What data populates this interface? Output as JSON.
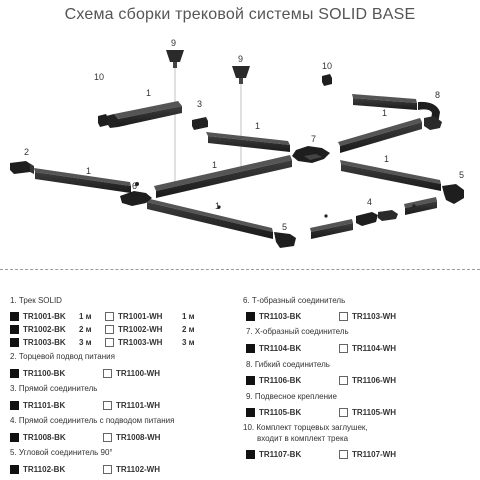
{
  "title": "Схема сборки трековой системы SOLID BASE",
  "callouts": [
    "1",
    "1",
    "1",
    "1",
    "1",
    "1",
    "1",
    "2",
    "3",
    "4",
    "5",
    "5",
    "6",
    "7",
    "8",
    "9",
    "9",
    "10",
    "10"
  ],
  "sections": [
    {
      "title": "1. Трек SOLID",
      "rows": [
        {
          "bk": "TR1001-BK",
          "bk_len": "1 м",
          "wh": "TR1001-WH",
          "wh_len": "1 м"
        },
        {
          "bk": "TR1002-BK",
          "bk_len": "2 м",
          "wh": "TR1002-WH",
          "wh_len": "2 м"
        },
        {
          "bk": "TR1003-BK",
          "bk_len": "3 м",
          "wh": "TR1003-WH",
          "wh_len": "3 м"
        }
      ]
    },
    {
      "title": "2. Торцевой подвод питания",
      "rows": [
        {
          "bk": "TR1100-BK",
          "wh": "TR1100-WH"
        }
      ]
    },
    {
      "title": "3. Прямой соединитель",
      "rows": [
        {
          "bk": "TR1101-BK",
          "wh": "TR1101-WH"
        }
      ]
    },
    {
      "title": "4. Прямой соединитель с подводом питания",
      "rows": [
        {
          "bk": "TR1008-BK",
          "wh": "TR1008-WH"
        }
      ]
    },
    {
      "title": "5. Угловой соединитель 90°",
      "rows": [
        {
          "bk": "TR1102-BK",
          "wh": "TR1102-WH"
        }
      ]
    },
    {
      "title": "6. Т-образный соединитель",
      "rows": [
        {
          "bk": "TR1103-BK",
          "wh": "TR1103-WH"
        }
      ]
    },
    {
      "title": "7. Х-образный соединитель",
      "rows": [
        {
          "bk": "TR1104-BK",
          "wh": "TR1104-WH"
        }
      ]
    },
    {
      "title": "8. Гибкий соединитель",
      "rows": [
        {
          "bk": "TR1106-BK",
          "wh": "TR1106-WH"
        }
      ]
    },
    {
      "title": "9. Подвесное крепление",
      "rows": [
        {
          "bk": "TR1105-BK",
          "wh": "TR1105-WH"
        }
      ]
    },
    {
      "title": "10. Комплект торцевых заглушек,",
      "title2": "входит в комплект трека",
      "rows": [
        {
          "bk": "TR1107-BK",
          "wh": "TR1107-WH"
        }
      ]
    }
  ]
}
